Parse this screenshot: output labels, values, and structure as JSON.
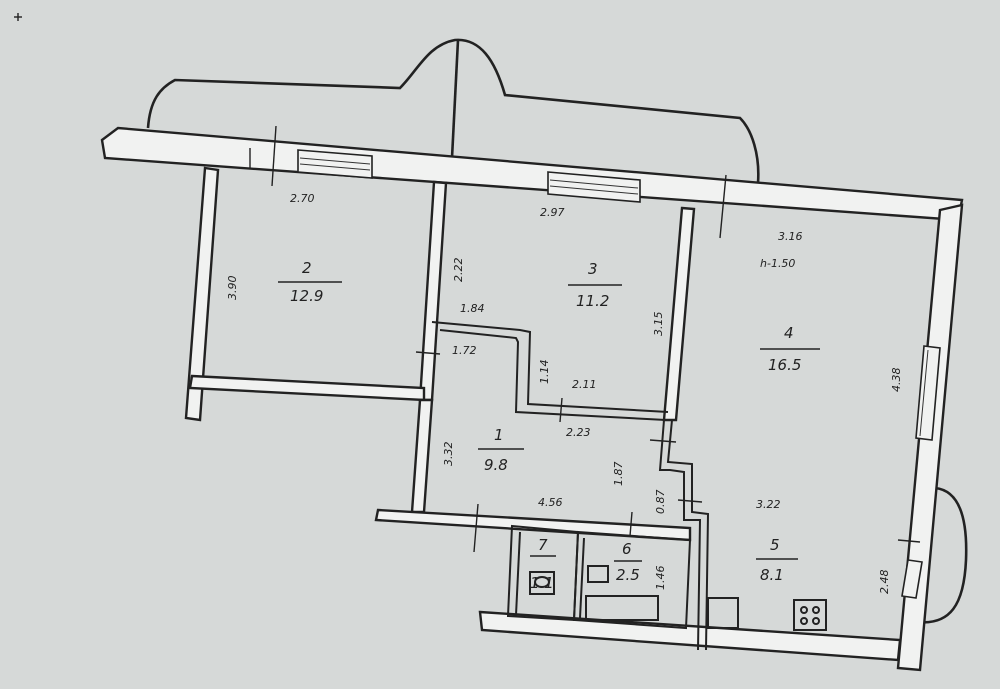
{
  "rooms": [
    {
      "id": "2",
      "number": "2",
      "area": "12.9"
    },
    {
      "id": "3",
      "number": "3",
      "area": "11.2"
    },
    {
      "id": "4",
      "number": "4",
      "area": "16.5"
    },
    {
      "id": "1",
      "number": "1",
      "area": "9.8"
    },
    {
      "id": "5",
      "number": "5",
      "area": "8.1"
    },
    {
      "id": "6",
      "number": "6",
      "area": "2.5"
    },
    {
      "id": "7",
      "number": "7",
      "area": "1.1"
    }
  ],
  "dimensions": {
    "d_2_top": "2.70",
    "d_2_left": "3.90",
    "d_3_top": "2.97",
    "d_3_left": "2.22",
    "d_3_right": "3.15",
    "d_3_inner": "1.84",
    "d_3_step": "1.14",
    "d_3_bottom": "2.11",
    "d_4_top": "3.16",
    "d_4_height": "h-1.50",
    "d_4_right": "4.38",
    "d_1_top": "1.72",
    "d_1_left": "3.32",
    "d_1_bottom": "2.23",
    "d_1_right": "1.87",
    "d_1_base": "4.56",
    "d_5_top": "3.22",
    "d_5_right": "2.48",
    "d_6_right": "1.46",
    "d_corr": "0.87"
  },
  "colors": {
    "paper": "#d6d9d8",
    "ink": "#222222"
  }
}
